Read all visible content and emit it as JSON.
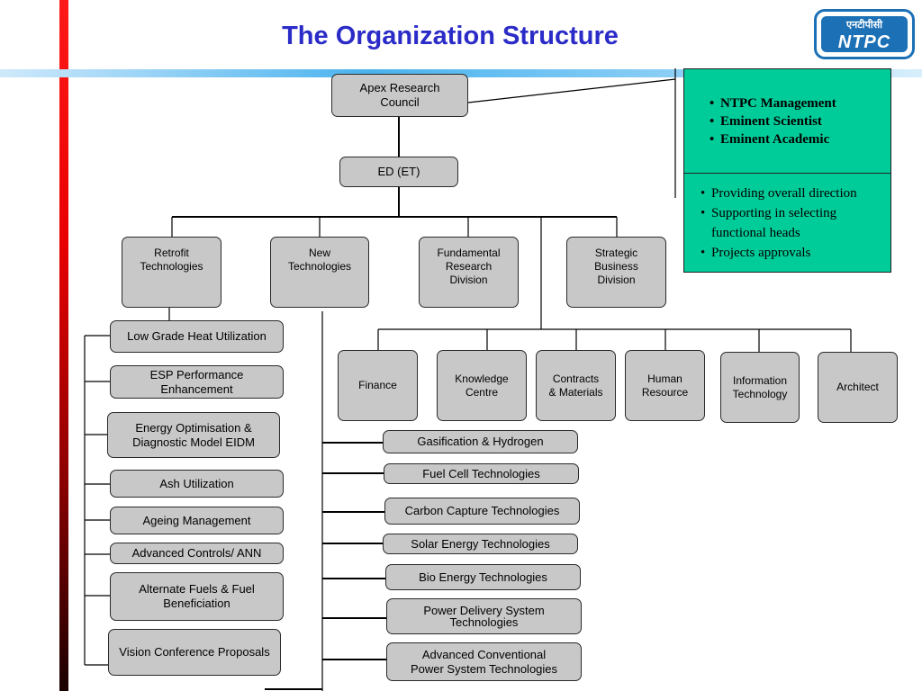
{
  "slide": {
    "title": "The Organization Structure",
    "logo": {
      "hindi": "एनटीपीसी",
      "text": "NTPC"
    }
  },
  "apex": "Apex Research\nCouncil",
  "ed": "ED (ET)",
  "divisions": [
    "Retrofit\nTechnologies",
    "New\nTechnologies",
    "Fundamental\nResearch\nDivision",
    "Strategic\nBusiness\nDivision"
  ],
  "support_units": [
    "Finance",
    "Knowledge\nCentre",
    "Contracts\n& Materials",
    "Human\nResource",
    "Information\nTechnology",
    "Architect"
  ],
  "retrofit_items": [
    "Low Grade Heat Utilization",
    "ESP Performance\nEnhancement",
    "Energy Optimisation &\nDiagnostic Model EIDM",
    "Ash Utilization",
    "Ageing Management",
    "Advanced Controls/ ANN",
    "Alternate Fuels & Fuel\nBeneficiation",
    "Vision Conference Proposals"
  ],
  "new_tech_items": [
    "Gasification & Hydrogen",
    "Fuel Cell Technologies",
    "Carbon Capture Technologies",
    "Solar Energy Technologies",
    "Bio Energy Technologies",
    "Power Delivery System\nTechnologies",
    "Advanced Conventional\nPower System Technologies"
  ],
  "council_panel": {
    "members": [
      "NTPC Management",
      "Eminent Scientist",
      "Eminent Academic"
    ],
    "roles": [
      "Providing overall direction",
      "Supporting in selecting functional heads",
      "Projects approvals"
    ]
  },
  "colors": {
    "title": "#2b2bc8",
    "box_fill": "#c8c8c8",
    "panel_fill": "#00cc99",
    "left_bar": "#e80000",
    "band": "#4ab3ee",
    "logo": "#1b70b6"
  }
}
